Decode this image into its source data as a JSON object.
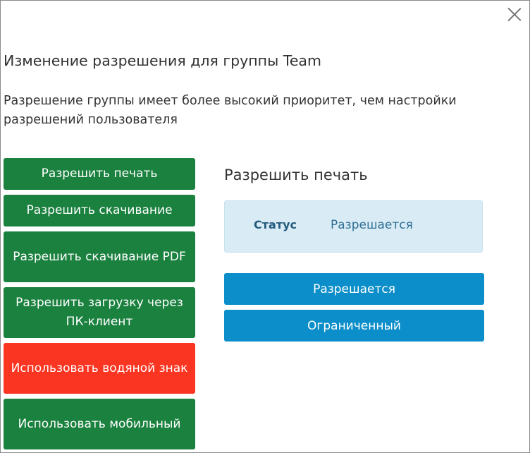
{
  "dialog": {
    "title": "Изменение разрешения для группы Team",
    "subtitle": "Разрешение группы имеет более высокий приоритет, чем настройки разрешений пользователя"
  },
  "permissions": [
    {
      "label": "Разрешить печать"
    },
    {
      "label": "Разрешить скачивание"
    },
    {
      "label": "Разрешить скачивание PDF"
    },
    {
      "label": "Разрешить загрузку через ПК-клиент"
    },
    {
      "label": "Использовать водяной знак"
    },
    {
      "label": "Использовать мобильный"
    }
  ],
  "detail": {
    "title": "Разрешить печать",
    "status_label": "Статус",
    "status_value": "Разрешается",
    "options": [
      "Разрешается",
      "Ограниченный"
    ]
  },
  "colors": {
    "allowed_button": "#1b813f",
    "restricted_button": "#fa3522",
    "option_button": "#0b8ec9",
    "status_box": "#d9ecf5"
  }
}
